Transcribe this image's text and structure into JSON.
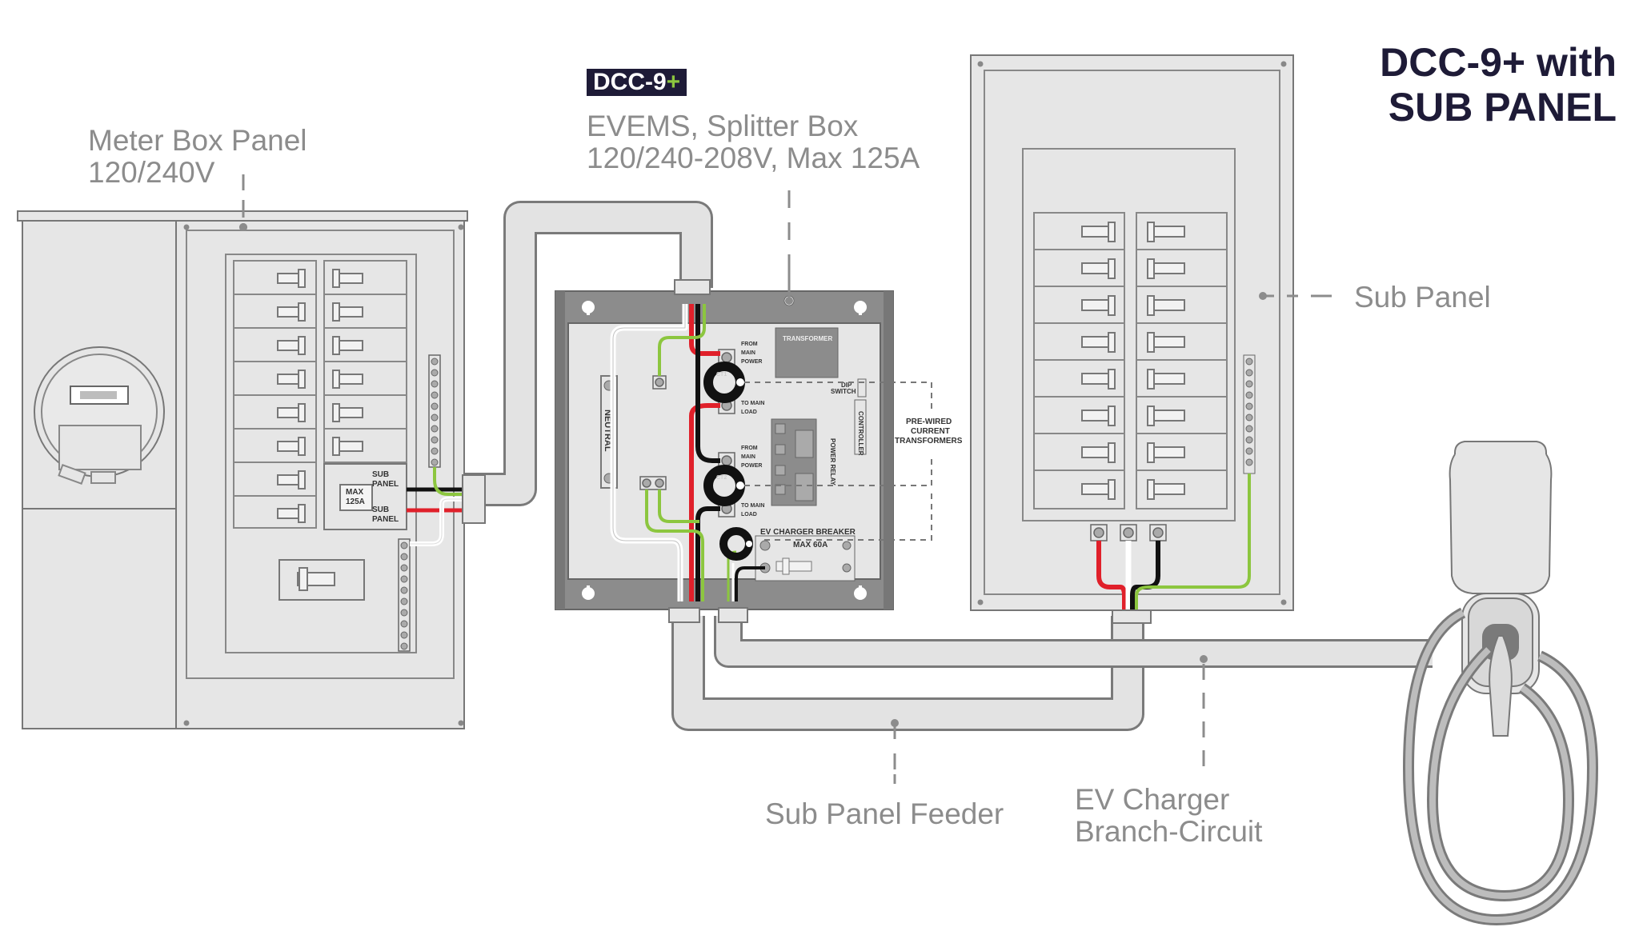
{
  "title": {
    "line1": "DCC-9+ with",
    "line2": "SUB PANEL"
  },
  "badge": {
    "text": "DCC-9",
    "plus": "+"
  },
  "callouts": {
    "meter_box_line1": "Meter Box Panel",
    "meter_box_line2": "120/240V",
    "evems_line1": "EVEMS, Splitter Box",
    "evems_line2": "120/240-208V, Max 125A",
    "sub_panel": "Sub Panel",
    "sub_panel_feeder": "Sub Panel Feeder",
    "ev_charger_line1": "EV Charger",
    "ev_charger_line2": "Branch-Circuit"
  },
  "meter_panel": {
    "sub_panel_top_1": "SUB",
    "sub_panel_top_2": "PANEL",
    "max_1": "MAX",
    "max_2": "125A",
    "sub_panel_bot_1": "SUB",
    "sub_panel_bot_2": "PANEL"
  },
  "dcc_box": {
    "transformer": "TRANSFORMER",
    "from_main_1_a": "FROM",
    "from_main_1_b": "MAIN",
    "from_main_1_c": "POWER",
    "to_main_1_a": "TO MAIN",
    "to_main_1_b": "LOAD",
    "from_main_2_a": "FROM",
    "from_main_2_b": "MAIN",
    "from_main_2_c": "POWER",
    "to_main_2_a": "TO MAIN",
    "to_main_2_b": "LOAD",
    "ct1": "CT1",
    "ct2": "CT2",
    "dip_1": "DIP",
    "dip_2": "SWITCH",
    "controller": "CONTROLLER",
    "power_relay": "POWER RELAY",
    "neutral": "NEUTRAL",
    "ev_breaker": "EV CHARGER BREAKER",
    "max_60a": "MAX 60A",
    "prewired_1": "PRE-WIRED",
    "prewired_2": "CURRENT",
    "prewired_3": "TRANSFORMERS"
  },
  "colors": {
    "hot_red": "#e0202a",
    "hot_black": "#111111",
    "ground_green": "#8cc63f",
    "neutral_white": "#ffffff",
    "panel_gray": "#e6e6e6",
    "outline": "#777777",
    "title_navy": "#1e1b37"
  }
}
